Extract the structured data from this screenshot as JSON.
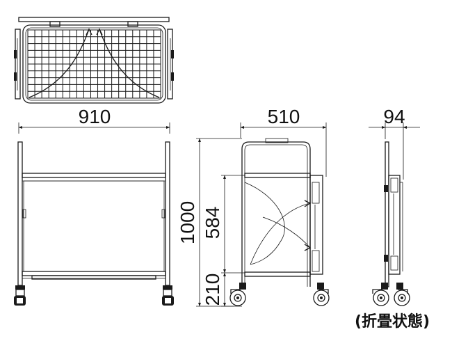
{
  "dimensions": {
    "width_top": "910",
    "depth_side": "510",
    "folded_depth": "94",
    "height_total": "1000",
    "shelf_spacing": "584",
    "bottom_shelf_height": "210"
  },
  "caption": "(折畳状態)"
}
